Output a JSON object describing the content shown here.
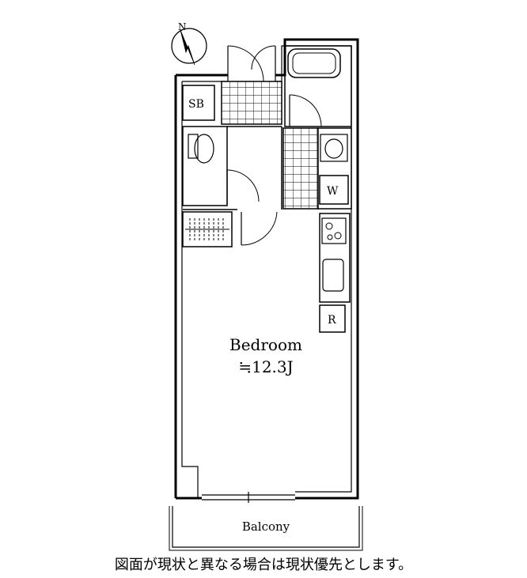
{
  "plan": {
    "compass_label": "N",
    "labels": {
      "shoe_box": "SB",
      "washer": "W",
      "refrigerator": "R",
      "bedroom_name": "Bedroom",
      "bedroom_size": "≒12.3J",
      "balcony": "Balcony"
    }
  },
  "caption": "図面が現状と異なる場合は現状優先とします。"
}
